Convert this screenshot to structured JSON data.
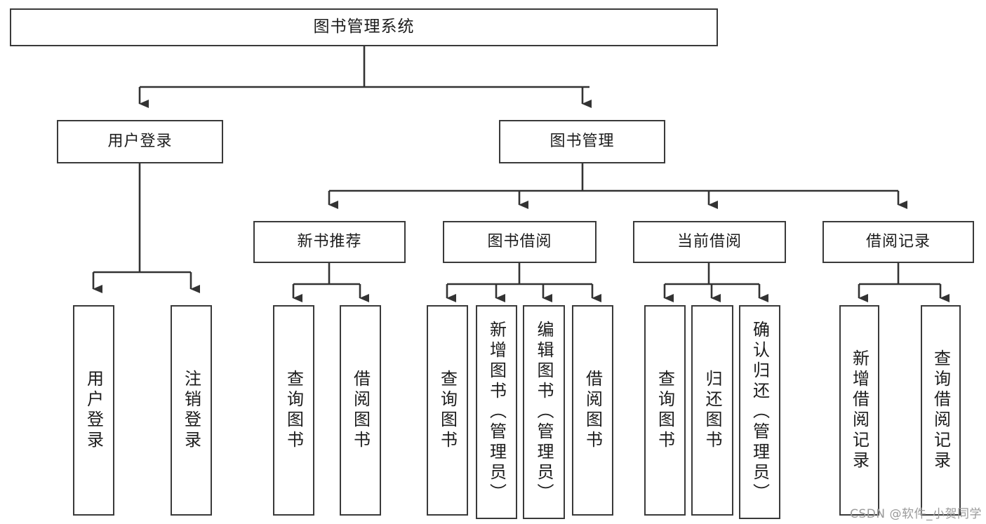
{
  "diagram": {
    "type": "hierarchy-tree",
    "title": "图书管理系统",
    "colors": {
      "background": "#ffffff",
      "box_border": "#3a3a3a",
      "box_fill": "#ffffff",
      "connector": "#333333",
      "text": "#1c1c1c",
      "watermark": "#9a9a9a"
    },
    "levels": 4,
    "nodes": {
      "root": {
        "label": "图书管理系统"
      },
      "level2": [
        {
          "id": "user-login",
          "label": "用户登录"
        },
        {
          "id": "book-manage",
          "label": "图书管理"
        }
      ],
      "level3": [
        {
          "id": "new-book-recommend",
          "label": "新书推荐"
        },
        {
          "id": "book-borrow",
          "label": "图书借阅"
        },
        {
          "id": "current-borrow",
          "label": "当前借阅"
        },
        {
          "id": "borrow-record",
          "label": "借阅记录"
        }
      ],
      "leaves": {
        "user_login": [
          {
            "id": "leaf-user-login",
            "label": "用户登录"
          },
          {
            "id": "leaf-logout-login",
            "label": "注销登录"
          }
        ],
        "new_book_recommend": [
          {
            "id": "leaf-query-book-1",
            "label": "查询图书"
          },
          {
            "id": "leaf-borrow-book-1",
            "label": "借阅图书"
          }
        ],
        "book_borrow": [
          {
            "id": "leaf-query-book-2",
            "label": "查询图书"
          },
          {
            "id": "leaf-add-book",
            "label": "新增图书（管理员）"
          },
          {
            "id": "leaf-edit-book",
            "label": "编辑图书（管理员）"
          },
          {
            "id": "leaf-borrow-book-2",
            "label": "借阅图书"
          }
        ],
        "current_borrow": [
          {
            "id": "leaf-query-book-3",
            "label": "查询图书"
          },
          {
            "id": "leaf-return-book",
            "label": "归还图书"
          },
          {
            "id": "leaf-confirm-return",
            "label": "确认归还（管理员）"
          }
        ],
        "borrow_record": [
          {
            "id": "leaf-add-record",
            "label": "新增借阅记录"
          },
          {
            "id": "leaf-query-record",
            "label": "查询借阅记录"
          }
        ]
      }
    },
    "watermark": "CSDN @软件_小贺同学"
  }
}
